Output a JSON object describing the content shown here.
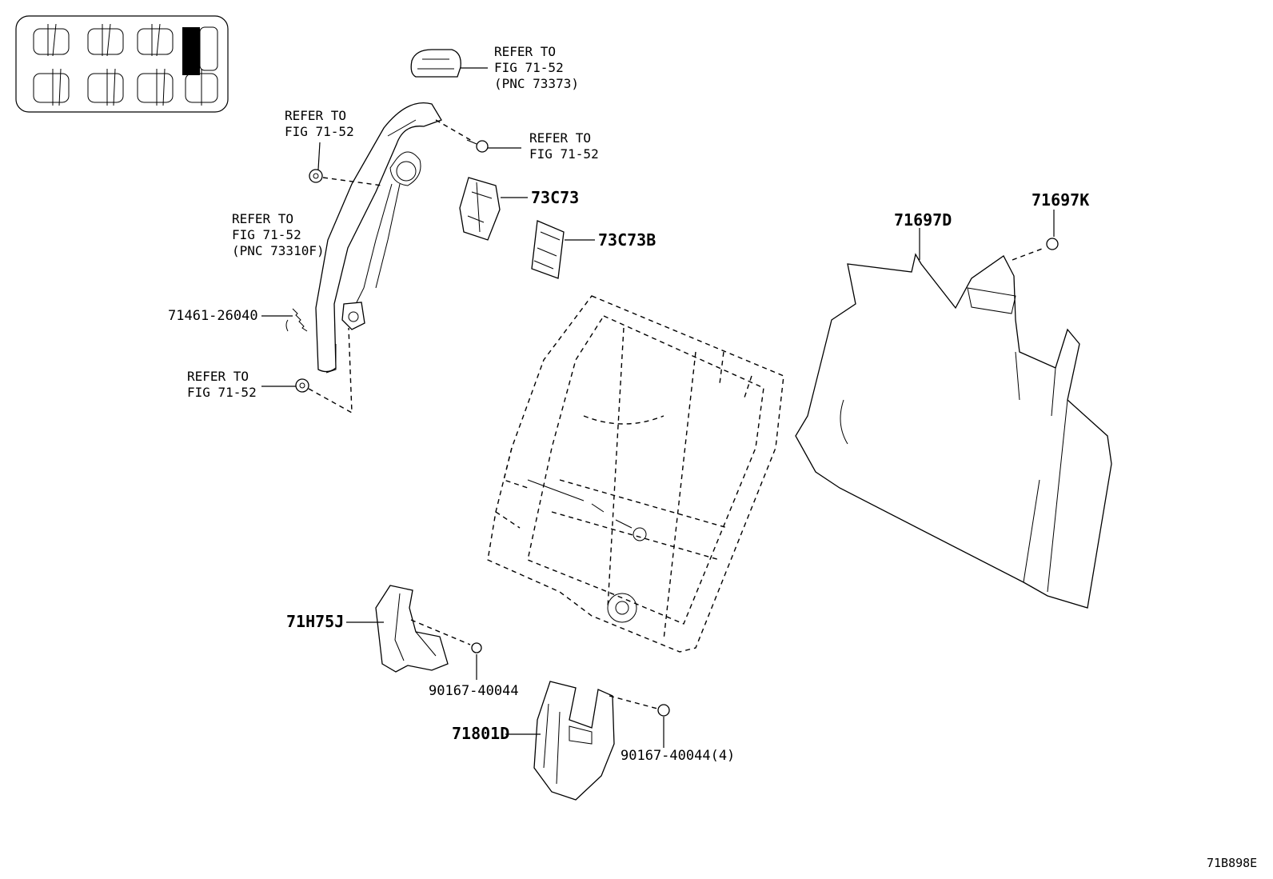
{
  "figure_id": "71B898E",
  "labels": {
    "refer_headrest": [
      "REFER TO",
      "FIG 71-52",
      "(PNC 73373)"
    ],
    "refer_nut_top": [
      "REFER TO",
      "FIG 71-52"
    ],
    "refer_bolt_top": [
      "REFER TO",
      "FIG 71-52"
    ],
    "refer_belt": [
      "REFER TO",
      "FIG 71-52",
      "(PNC 73310F)"
    ],
    "refer_nut_bottom": [
      "REFER TO",
      "FIG 71-52"
    ],
    "p73c73": "73C73",
    "p73c73b": "73C73B",
    "p71697d": "71697D",
    "p71697k": "71697K",
    "p71461": "71461-26040",
    "p71h75j": "71H75J",
    "p90167_a": "90167-40044",
    "p71801d": "71801D",
    "p90167_b": "90167-40044(4)"
  }
}
